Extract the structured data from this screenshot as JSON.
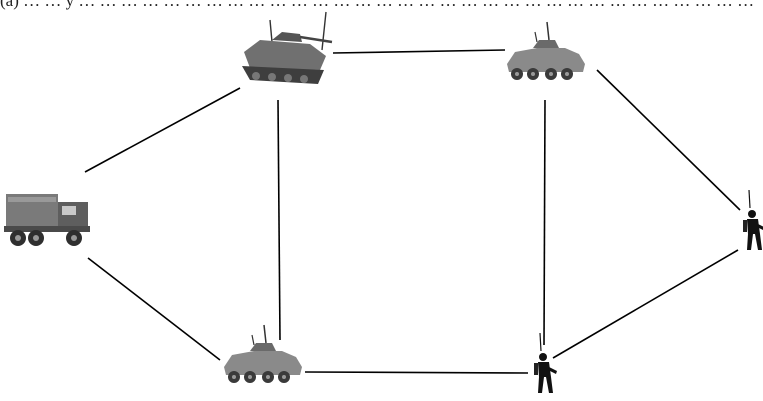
{
  "caption": "(a) … … y … … … … … … … … … … … … … … … … … … … … … … … … … … … … … … … …",
  "colors": {
    "line": "#000000",
    "vehicle": "#6f6f6f",
    "vehicle_dark": "#3a3a3a",
    "soldier": "#111111"
  },
  "nodes": [
    {
      "id": "truck",
      "icon": "military-truck-icon"
    },
    {
      "id": "bmd",
      "icon": "tracked-apc-icon"
    },
    {
      "id": "btr-top",
      "icon": "wheeled-apc-icon"
    },
    {
      "id": "btr-bottom",
      "icon": "wheeled-apc-icon"
    },
    {
      "id": "soldier-right",
      "icon": "soldier-with-antenna-icon"
    },
    {
      "id": "soldier-bottom",
      "icon": "soldier-with-antenna-icon"
    }
  ],
  "links": [
    [
      "truck",
      "bmd"
    ],
    [
      "truck",
      "btr-bottom"
    ],
    [
      "bmd",
      "btr-top"
    ],
    [
      "bmd",
      "btr-bottom"
    ],
    [
      "btr-top",
      "soldier-bottom"
    ],
    [
      "btr-top",
      "soldier-right"
    ],
    [
      "btr-bottom",
      "soldier-bottom"
    ],
    [
      "soldier-bottom",
      "soldier-right"
    ]
  ]
}
